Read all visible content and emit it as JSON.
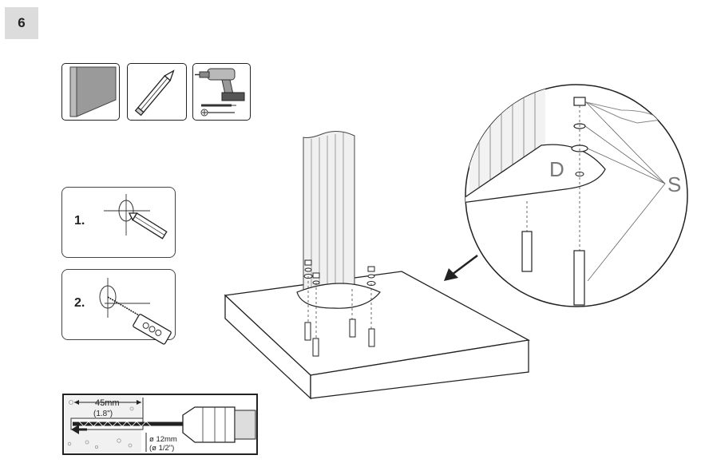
{
  "step": {
    "number": "6"
  },
  "tools": [
    {
      "name": "wall-material"
    },
    {
      "name": "pencil"
    },
    {
      "name": "cordless-drill"
    }
  ],
  "substeps": [
    {
      "label": "1."
    },
    {
      "label": "2."
    }
  ],
  "drill_spec": {
    "depth_mm": "45mm",
    "depth_in": "(1.8\")",
    "diameter_mm": "ø 12mm",
    "diameter_in": "(ø 1/2\")"
  },
  "callouts": {
    "plate_label": "D",
    "hardware_label": "S"
  }
}
